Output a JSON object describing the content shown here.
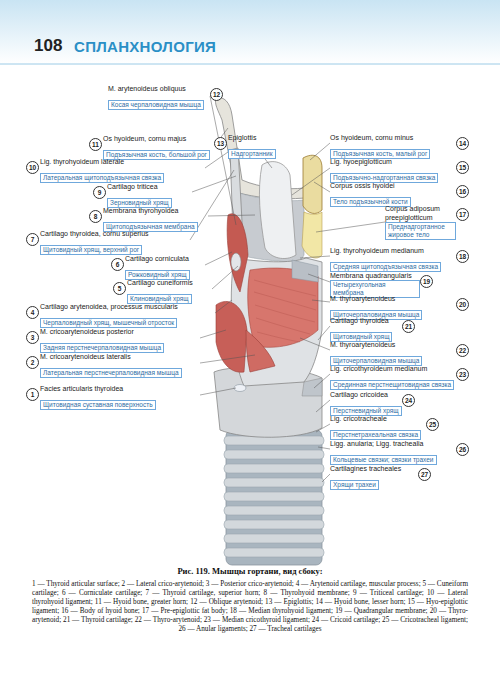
{
  "diagram": {
    "caption": "Рис. 119. Мышцы гортани, вид сбоку:",
    "nodes": [
      {
        "text": [
          "M. arytenoideus obliquus",
          "Косая черпаловидная мышца"
        ]
      },
      {
        "text": [
          "Os hyoideum, cornu majus",
          "Подъязычная кость, большой рог"
        ]
      },
      {
        "text": [
          "Lig. thyrohyoideum laterale",
          "Латеральная щитоподъязычная связка"
        ]
      },
      {
        "text": [
          "Cartilago triticea",
          "Зерновидный хрящ"
        ]
      },
      {
        "text": [
          "Membrana thyrohyoidea",
          "Щитоподъязычная мембрана"
        ]
      },
      {
        "text": [
          "Cartilago thyroidea, cornu superius",
          "Щитовидный хрящ, верхний рог"
        ]
      },
      {
        "text": [
          "Cartilago corniculata",
          "Рожковидный хрящ"
        ]
      },
      {
        "text": [
          "Cartilago cuneiformis",
          "Клиновидный хрящ"
        ]
      },
      {
        "text": [
          "Cartilago arytenoidea, processus muscularis",
          "Черпаловидный хрящ, мышечный отросток"
        ]
      },
      {
        "text": [
          "M. cricoarytenoideus posterior",
          "Задняя перстнечерпаловидная мышца"
        ]
      },
      {
        "text": [
          "M. cricoarytenoideus lateralis",
          "Латеральная перстнечерпаловидная мышца"
        ]
      },
      {
        "text": [
          "Facies articularis thyroidea",
          "Щитовидная суставная поверхность"
        ]
      },
      {
        "text": [
          "Epiglottis",
          "Надгортанник"
        ]
      },
      {
        "text": [
          "Os hyoideum, cornu minus",
          "Подъязычная кость, малый рог"
        ]
      },
      {
        "text": [
          "Lig. hyoepiglotticum",
          "Подъязычно-надгортанная связка"
        ]
      },
      {
        "text": [
          "Corpus ossis hyoidei",
          "Тело подъязычной кости"
        ]
      },
      {
        "text": [
          "Corpus adiposum preepiglotticum",
          "Преднадгортанное жировое тело"
        ]
      },
      {
        "text": [
          "Lig. thyrohyoideum medianum",
          "Средняя щитоподъязычная связка"
        ]
      },
      {
        "text": [
          "Membrana quadrangularis",
          "Четырехугольная мембрана"
        ]
      },
      {
        "text": [
          "M. thyroarytenoideus",
          "Щиточерпаловидная мышца"
        ]
      },
      {
        "text": [
          "Cartilago thyroidea",
          "Щитовидный хрящ"
        ]
      },
      {
        "text": [
          "M. thyroarytenoideus",
          "Щиточерпаловидная мышца"
        ]
      },
      {
        "text": [
          "Lig. cricothyroideum medianum",
          "Срединная перстнещитовидная связка"
        ]
      },
      {
        "text": [
          "Cartilago cricoidea",
          "Перстневидный хрящ"
        ]
      },
      {
        "text": [
          "Lig. cricotracheale",
          "Перстнетрахеальная связка"
        ]
      },
      {
        "text": [
          "Ligg. anularia; Ligg. trachealia",
          "Кольцевые связки; связки трахеи"
        ]
      },
      {
        "text": [
          "Cartilagines tracheales",
          "Хрящи трахеи"
        ]
      }
    ],
    "labels": [
      "108",
      "СПЛАНХНОЛОГИЯ",
      "12",
      "11",
      "10",
      "9",
      "8",
      "7",
      "6",
      "5",
      "4",
      "3",
      "2",
      "1",
      "13",
      "14",
      "15",
      "16",
      "17",
      "18",
      "19",
      "20",
      "21",
      "22",
      "23",
      "24",
      "25",
      "26",
      "27",
      "1 — Thyroid articular surface; 2 — Lateral crico-arytenoid; 3 — Posterior crico-arytenoid; 4 — Arytenoid cartilage, muscular process; 5 — Cuneiform cartilage; 6 — Corniculate cartilage; 7 — Thyroid cartilage, superior horn; 8 — Thyrohyoid membrane; 9 — Triticeal cartilage; 10 — Lateral thyrohyoid ligament; 11 — Hyoid bone, greater horn; 12 — Oblique arytenoid; 13 — Epiglottis; 14 — Hyoid bone, lesser horn; 15 — Hyo-epiglottic ligament; 16 — Body of hyoid bone; 17 — Pre-epiglottic fat body; 18 — Median thyrohyoid ligament; 19 — Quadrangular membrane; 20 — Thyro-arytenoid; 21 — Thyroid cartilage; 22 — Thyro-arytenoid; 23 — Median cricothyroid ligament; 24 — Cricoid cartilage; 25 — Cricotracheal ligament; 26 — Anular ligaments; 27 — Tracheal cartilages"
    ]
  }
}
